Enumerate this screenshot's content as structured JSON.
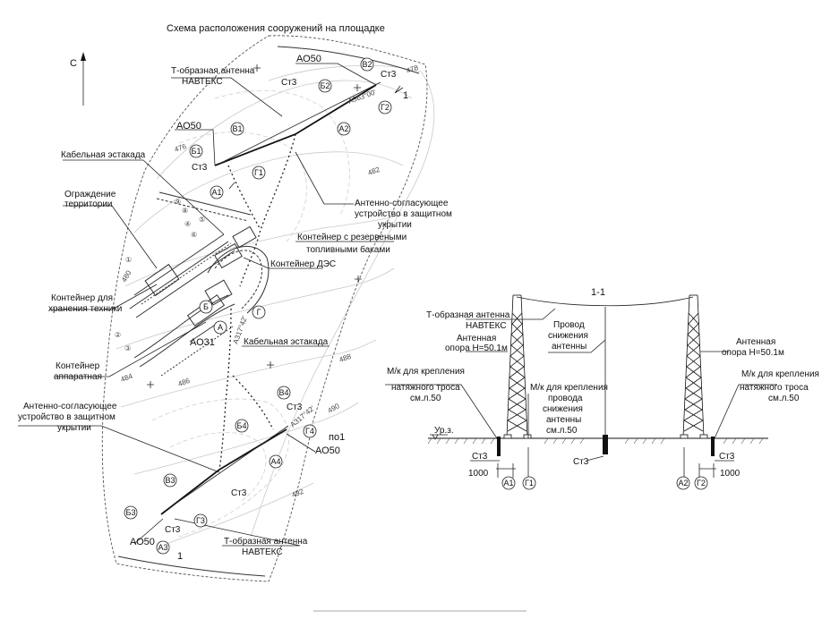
{
  "plan": {
    "title": "Схема расположения сооружений на площадке",
    "north": "С",
    "labels": {
      "t_antenna_top": "Т-образная антенна",
      "navteks_top": "НАВТЕКС",
      "cable_rack_1": "Кабельная эстакада",
      "fence_1": "Ограждение",
      "fence_2": "территории",
      "storage_1": "Контейнер для",
      "storage_2": "хранения техники",
      "container_app_1": "Контейнер",
      "container_app_2": "аппаратная",
      "matching_left_1": "Антенно-согласующее",
      "matching_left_2": "устройство в защитном",
      "matching_left_3": "укрытии",
      "matching_right_1": "Антенно-согласующее",
      "matching_right_2": "устройство в защитном",
      "matching_right_3": "укрытии",
      "fuel_1": "Контейнер с резервеными",
      "fuel_2": "топливными баками",
      "des": "Контейнер ДЭС",
      "cable_rack_2": "Кабельная эстакада",
      "t_antenna_bottom": "Т-образная антенна",
      "navteks_bottom": "НАВТЕКС"
    },
    "marks": {
      "ao50_a": "АО50",
      "ao50_b": "АО50",
      "ao50_c": "АО50",
      "ao50_d": "АО50",
      "ao31": "АО31",
      "st3_a": "Ст3",
      "st3_b": "Ст3",
      "st3_c": "Ст3",
      "st3_d": "Ст3",
      "st3_e": "Ст3",
      "st3_f": "Ст3",
      "po1": "по1",
      "section_1a": "1",
      "section_1b": "1",
      "angle_1": "А363°00'",
      "angle_2": "А317°42'",
      "angle_3": "А317°42'"
    },
    "bubbles": [
      "Б2",
      "В2",
      "Г2",
      "А2",
      "В1",
      "Б1",
      "Г1",
      "А1",
      "Б",
      "Г",
      "А",
      "В4",
      "Б4",
      "Г4",
      "А4",
      "В3",
      "Б3",
      "Г3",
      "А3"
    ],
    "elevations": [
      "478",
      "476",
      "482",
      "480",
      "484",
      "486",
      "488",
      "490",
      "492"
    ],
    "road_marks": [
      "①",
      "⑨",
      "⑧",
      "④",
      "⑥",
      "⑤",
      "②",
      "③"
    ]
  },
  "section": {
    "title": "1-1",
    "t_antenna_1": "Т-образная антенна",
    "t_antenna_2": "НАВТЕКС",
    "left_mast_1": "Антенная",
    "left_mast_2": "опора Н=50.1м",
    "right_mast_1": "Антенная",
    "right_mast_2": "опора Н=50.1м",
    "wire_1": "Провод",
    "wire_2": "снижения",
    "wire_3": "антенны",
    "anchor_left_1": "М/к для крепления",
    "anchor_left_2": "натяжного троса",
    "anchor_left_3": "см.л.50",
    "anchor_mid_1": "М/к для крепления",
    "anchor_mid_2": "провода",
    "anchor_mid_3": "снижения",
    "anchor_mid_4": "антенны",
    "anchor_mid_5": "см.л.50",
    "anchor_right_1": "М/к для крепления",
    "anchor_right_2": "натяжного троса",
    "anchor_right_3": "см.л.50",
    "ground_level": "Ур.з.",
    "st3_left": "Ст3",
    "st3_mid": "Ст3",
    "st3_right": "Ст3",
    "dim_left": "1000",
    "dim_right": "1000",
    "axes": [
      "А1",
      "Г1",
      "А2",
      "Г2"
    ]
  }
}
